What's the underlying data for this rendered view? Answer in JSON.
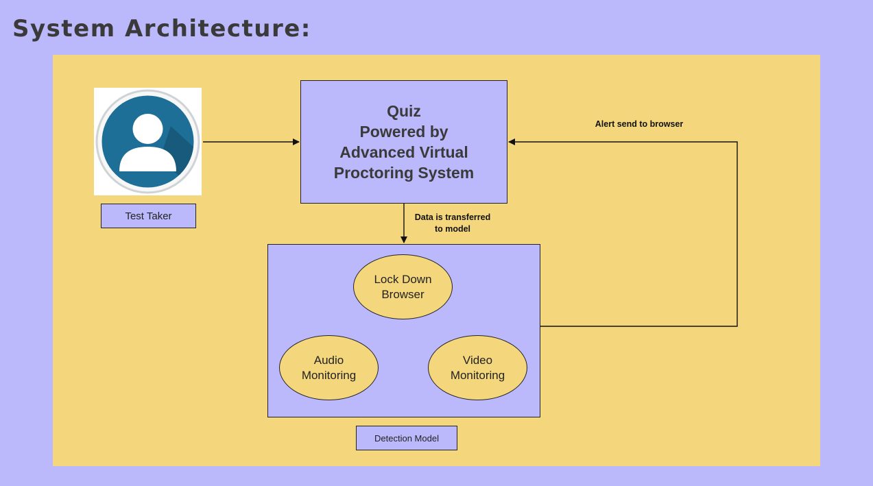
{
  "page": {
    "title": "System Architecture:"
  },
  "diagram": {
    "test_taker": {
      "label": "Test Taker",
      "icon": "user-avatar-icon"
    },
    "quiz": {
      "lines": [
        "Quiz",
        "Powered by",
        "Advanced Virtual",
        "Proctoring System"
      ]
    },
    "detection_model": {
      "label": "Detection Model",
      "components": {
        "lock_down": [
          "Lock Down",
          "Browser"
        ],
        "audio": [
          "Audio",
          "Monitoring"
        ],
        "video": [
          "Video",
          "Monitoring"
        ]
      }
    },
    "edges": {
      "alert": "Alert send to browser",
      "transfer": [
        "Data is transferred",
        "to model"
      ]
    }
  },
  "colors": {
    "background": "#bbb8fc",
    "canvas": "#f4d67c",
    "box_fill": "#bbb8fc",
    "avatar_blue": "#1e6f97"
  }
}
